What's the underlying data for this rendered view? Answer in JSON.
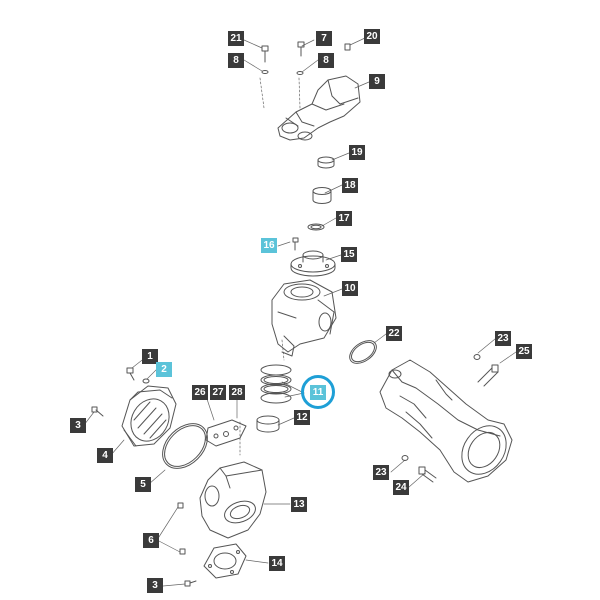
{
  "diagram": {
    "callouts": [
      {
        "id": "c21",
        "label": "21",
        "highlighted": false
      },
      {
        "id": "c7",
        "label": "7",
        "highlighted": false
      },
      {
        "id": "c20",
        "label": "20",
        "highlighted": false
      },
      {
        "id": "c8a",
        "label": "8",
        "highlighted": false
      },
      {
        "id": "c8b",
        "label": "8",
        "highlighted": false
      },
      {
        "id": "c9",
        "label": "9",
        "highlighted": false
      },
      {
        "id": "c19",
        "label": "19",
        "highlighted": false
      },
      {
        "id": "c18",
        "label": "18",
        "highlighted": false
      },
      {
        "id": "c17",
        "label": "17",
        "highlighted": false
      },
      {
        "id": "c16",
        "label": "16",
        "highlighted": true
      },
      {
        "id": "c15",
        "label": "15",
        "highlighted": false
      },
      {
        "id": "c10",
        "label": "10",
        "highlighted": false
      },
      {
        "id": "c22",
        "label": "22",
        "highlighted": false
      },
      {
        "id": "c23a",
        "label": "23",
        "highlighted": false
      },
      {
        "id": "c25",
        "label": "25",
        "highlighted": false
      },
      {
        "id": "c1",
        "label": "1",
        "highlighted": false
      },
      {
        "id": "c2",
        "label": "2",
        "highlighted": true
      },
      {
        "id": "c11",
        "label": "11",
        "highlighted": true
      },
      {
        "id": "c26",
        "label": "26",
        "highlighted": false
      },
      {
        "id": "c27",
        "label": "27",
        "highlighted": false
      },
      {
        "id": "c28",
        "label": "28",
        "highlighted": false
      },
      {
        "id": "c3a",
        "label": "3",
        "highlighted": false
      },
      {
        "id": "c4",
        "label": "4",
        "highlighted": false
      },
      {
        "id": "c12",
        "label": "12",
        "highlighted": false
      },
      {
        "id": "c5",
        "label": "5",
        "highlighted": false
      },
      {
        "id": "c23b",
        "label": "23",
        "highlighted": false
      },
      {
        "id": "c24",
        "label": "24",
        "highlighted": false
      },
      {
        "id": "c13",
        "label": "13",
        "highlighted": false
      },
      {
        "id": "c6",
        "label": "6",
        "highlighted": false
      },
      {
        "id": "c14",
        "label": "14",
        "highlighted": false
      },
      {
        "id": "c3b",
        "label": "3",
        "highlighted": false
      }
    ],
    "colors": {
      "callout_bg": "#3a3a3a",
      "callout_text": "#ffffff",
      "highlight_bg": "#5bc3d9",
      "highlight_ring": "#1e9fd6",
      "line_art": "#555555"
    }
  }
}
